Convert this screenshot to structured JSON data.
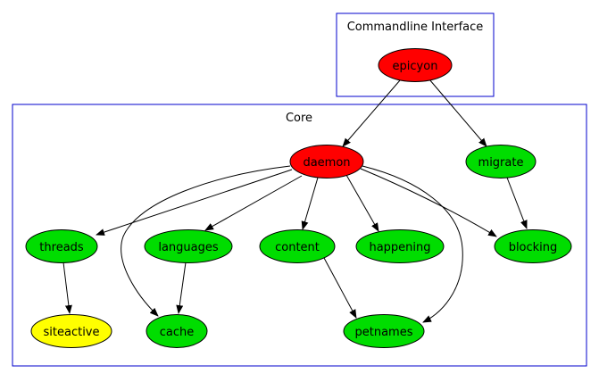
{
  "diagram": {
    "type": "dependency-graph",
    "clusters": {
      "cli": {
        "label": "Commandline Interface"
      },
      "core": {
        "label": "Core"
      }
    },
    "colors": {
      "red": "#ff0000",
      "green": "#00dd00",
      "yellow": "#ffff00",
      "cluster_border": "#0000cc",
      "edge": "#000000"
    },
    "nodes": {
      "epicyon": {
        "label": "epicyon",
        "fill": "#ff0000",
        "cluster": "Commandline Interface"
      },
      "daemon": {
        "label": "daemon",
        "fill": "#ff0000",
        "cluster": "Core"
      },
      "migrate": {
        "label": "migrate",
        "fill": "#00dd00",
        "cluster": "Core"
      },
      "threads": {
        "label": "threads",
        "fill": "#00dd00",
        "cluster": "Core"
      },
      "languages": {
        "label": "languages",
        "fill": "#00dd00",
        "cluster": "Core"
      },
      "content": {
        "label": "content",
        "fill": "#00dd00",
        "cluster": "Core"
      },
      "happening": {
        "label": "happening",
        "fill": "#00dd00",
        "cluster": "Core"
      },
      "blocking": {
        "label": "blocking",
        "fill": "#00dd00",
        "cluster": "Core"
      },
      "siteactive": {
        "label": "siteactive",
        "fill": "#ffff00",
        "cluster": "Core"
      },
      "cache": {
        "label": "cache",
        "fill": "#00dd00",
        "cluster": "Core"
      },
      "petnames": {
        "label": "petnames",
        "fill": "#00dd00",
        "cluster": "Core"
      }
    },
    "edges": [
      {
        "from": "epicyon",
        "to": "daemon"
      },
      {
        "from": "epicyon",
        "to": "migrate"
      },
      {
        "from": "daemon",
        "to": "threads"
      },
      {
        "from": "daemon",
        "to": "languages"
      },
      {
        "from": "daemon",
        "to": "content"
      },
      {
        "from": "daemon",
        "to": "happening"
      },
      {
        "from": "daemon",
        "to": "blocking"
      },
      {
        "from": "daemon",
        "to": "cache"
      },
      {
        "from": "daemon",
        "to": "petnames"
      },
      {
        "from": "migrate",
        "to": "blocking"
      },
      {
        "from": "threads",
        "to": "siteactive"
      },
      {
        "from": "languages",
        "to": "cache"
      },
      {
        "from": "content",
        "to": "petnames"
      }
    ]
  }
}
